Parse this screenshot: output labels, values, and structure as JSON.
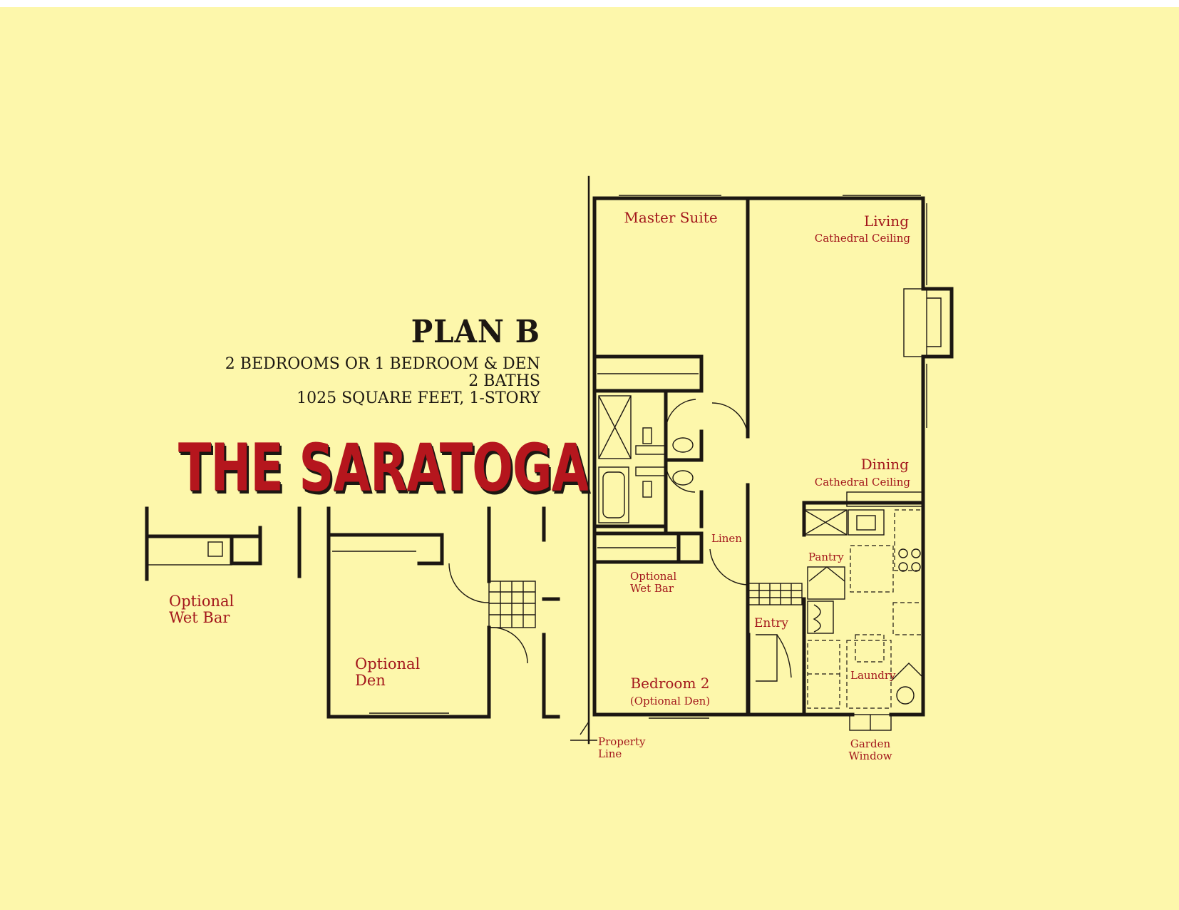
{
  "header": {
    "plan": "PLAN B",
    "line1": "2 BEDROOMS OR 1 BEDROOM & DEN",
    "line2": "2 BATHS",
    "line3": "1025 SQUARE FEET, 1-STORY",
    "brand": "THE SARATOGA"
  },
  "rooms": {
    "master_suite": "Master Suite",
    "living": "Living",
    "living_sub": "Cathedral Ceiling",
    "dining": "Dining",
    "dining_sub": "Cathedral Ceiling",
    "linen": "Linen",
    "pantry": "Pantry",
    "optional_wet_bar_a": "Optional",
    "optional_wet_bar_b": "Wet Bar",
    "entry": "Entry",
    "laundry": "Laundry",
    "bedroom2": "Bedroom 2",
    "bedroom2_sub": "(Optional Den)",
    "property_line_a": "Property",
    "property_line_b": "Line",
    "garden_window_a": "Garden",
    "garden_window_b": "Window"
  },
  "options": {
    "wet_bar_a": "Optional",
    "wet_bar_b": "Wet Bar",
    "den_a": "Optional",
    "den_b": "Den"
  },
  "colors": {
    "paper": "#fdf7ab",
    "ink": "#1c1712",
    "label_red": "#a3171c"
  }
}
